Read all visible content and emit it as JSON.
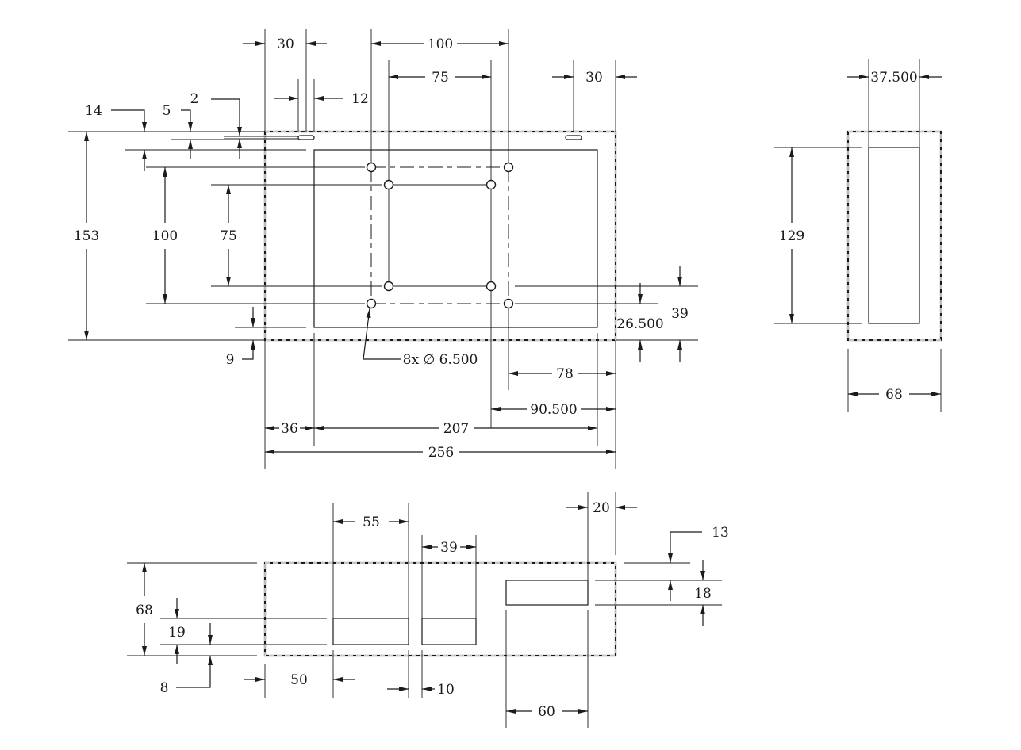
{
  "front_view": {
    "dims": {
      "top_slot_offset": "30",
      "hole_spacing_x_outer": "100",
      "hole_spacing_x_inner": "75",
      "right_slot_offset": "30",
      "slot_length": "12",
      "slot_width": "2",
      "slot_depth": "5",
      "top_margin": "14",
      "overall_height": "153",
      "hole_spacing_y_outer": "100",
      "hole_spacing_y_inner": "75",
      "bottom_margin": "9",
      "hole_callout": "8x ∅ 6.500",
      "right_hole_offset": "78",
      "right_hole_offset_outer": "90.500",
      "left_window_offset": "36",
      "window_width": "207",
      "overall_width": "256",
      "inner_hole_bottom": "26.500",
      "outer_hole_bottom": "39"
    }
  },
  "side_view": {
    "dims": {
      "window_width": "37.500",
      "window_height": "129",
      "overall_depth": "68"
    }
  },
  "bottom_view": {
    "dims": {
      "cutout_a_width": "55",
      "cutout_b_width": "39",
      "right_offset": "20",
      "top_offset": "13",
      "cutout_c_height": "18",
      "overall_height": "68",
      "cutout_height": "19",
      "cutout_bottom": "8",
      "cutout_a_left": "50",
      "cutout_gap": "10",
      "cutout_c_width": "60"
    }
  },
  "colors": {
    "line": "#1a1a1a",
    "background": "#ffffff"
  }
}
